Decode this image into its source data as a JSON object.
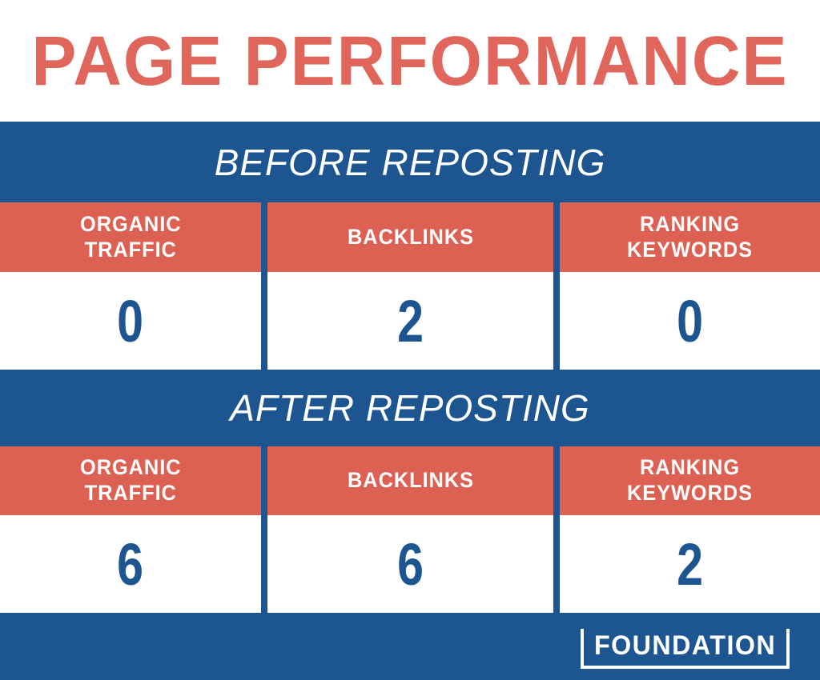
{
  "title": "PAGE PERFORMANCE",
  "colors": {
    "accent_red": "#dd6153",
    "accent_blue": "#1d5591",
    "title_red": "#e0655a",
    "background": "#ffffff",
    "text_on_color": "#ffffff"
  },
  "sections": [
    {
      "banner": "BEFORE REPOSTING",
      "columns": [
        {
          "label": "ORGANIC\nTRAFFIC",
          "label_plain": "ORGANIC TRAFFIC",
          "value": "0"
        },
        {
          "label": "BACKLINKS",
          "label_plain": "BACKLINKS",
          "value": "2"
        },
        {
          "label": "RANKING\nKEYWORDS",
          "label_plain": "RANKING KEYWORDS",
          "value": "0"
        }
      ]
    },
    {
      "banner": "AFTER REPOSTING",
      "columns": [
        {
          "label": "ORGANIC\nTRAFFIC",
          "label_plain": "ORGANIC TRAFFIC",
          "value": "6"
        },
        {
          "label": "BACKLINKS",
          "label_plain": "BACKLINKS",
          "value": "6"
        },
        {
          "label": "RANKING\nKEYWORDS",
          "label_plain": "RANKING KEYWORDS",
          "value": "2"
        }
      ]
    }
  ],
  "footer": {
    "logo_text": "FOUNDATION"
  },
  "chart_data": {
    "type": "table",
    "title": "PAGE PERFORMANCE",
    "columns": [
      "ORGANIC TRAFFIC",
      "BACKLINKS",
      "RANKING KEYWORDS"
    ],
    "groups": [
      {
        "name": "BEFORE REPOSTING",
        "values": [
          0,
          2,
          0
        ]
      },
      {
        "name": "AFTER REPOSTING",
        "values": [
          6,
          6,
          2
        ]
      }
    ],
    "legend_position": "none",
    "grid": false
  }
}
